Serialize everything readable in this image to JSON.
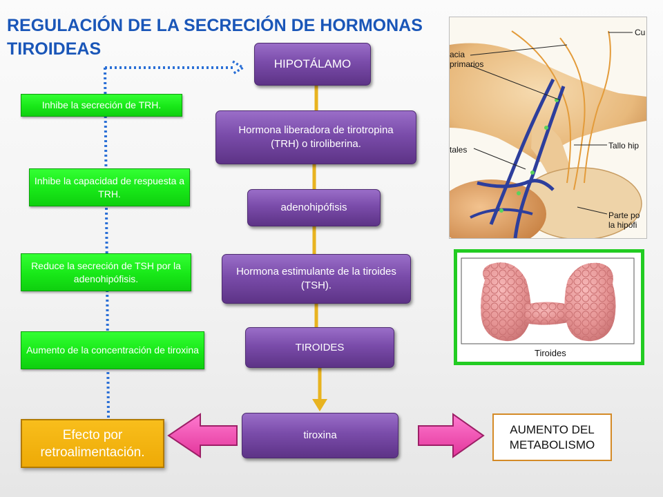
{
  "title": "REGULACIÓN DE LA SECRECIÓN DE HORMONAS TIROIDEAS",
  "flow": [
    "HIPOTÁLAMO",
    "Hormona liberadora de tirotropina (TRH) o tiroliberina.",
    "adenohipófisis",
    "Hormona estimulante de la tiroides (TSH).",
    "TIROIDES",
    "tiroxina"
  ],
  "feedback_steps": [
    "Inhibe la secreción de TRH.",
    "Inhibe la capacidad de respuesta a TRH.",
    "Reduce la secreción de TSH por la adenohipófisis.",
    "Aumento de la concentración de tiroxina"
  ],
  "feedback_box": "Efecto por retroalimentación.",
  "result_box": "AUMENTO DEL METABOLISMO",
  "hypophysis_image": {
    "labels": [
      "Cu",
      "acia",
      "primarios",
      "tales",
      "Tallo hip",
      "Parte po",
      "la hipófi"
    ]
  },
  "thyroid_image": {
    "caption": "Tiroides",
    "border_color": "#22cc22"
  },
  "colors": {
    "title": "#1a56b8",
    "flow_box": "#7a4caa",
    "feedback_step": "#1ee61e",
    "feedback_box": "#f0ad08",
    "connector": "#e8b320",
    "dotted_line": "#2a6fd6",
    "pink_arrow": "#f04fa6",
    "result_border": "#d48a26"
  }
}
